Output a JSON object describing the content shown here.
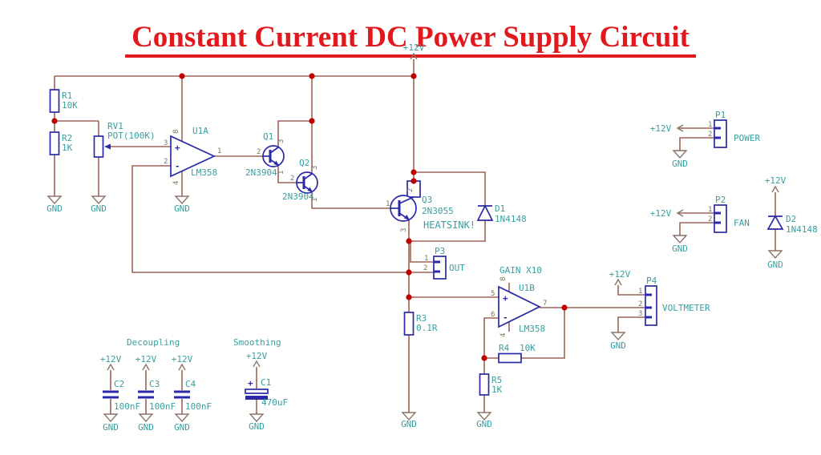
{
  "title": {
    "text": "Constant Current DC Power Supply Circuit"
  },
  "nets": {
    "vcc": "+12V",
    "gnd": "GND"
  },
  "pin_numbers": {
    "n1": "1",
    "n2": "2",
    "n3": "3",
    "n4": "4",
    "n5": "5",
    "n6": "6",
    "n7": "7",
    "n8": "8"
  },
  "opamp_marks": {
    "plus": "+",
    "minus": "-"
  },
  "annotations": {
    "gain": "GAIN X10",
    "decoupling": "Decoupling",
    "smoothing": "Smoothing"
  },
  "components": {
    "r1": {
      "ref": "R1",
      "value": "10K"
    },
    "r2": {
      "ref": "R2",
      "value": "1K"
    },
    "r3": {
      "ref": "R3",
      "value": "0.1R"
    },
    "r4": {
      "ref": "R4",
      "value": "10K"
    },
    "r5": {
      "ref": "R5",
      "value": "1K"
    },
    "rv1": {
      "ref": "RV1",
      "value": "POT(100K)"
    },
    "c1": {
      "ref": "C1",
      "value": "470uF",
      "polarity": "+"
    },
    "c2": {
      "ref": "C2",
      "value": "100nF"
    },
    "c3": {
      "ref": "C3",
      "value": "100nF"
    },
    "c4": {
      "ref": "C4",
      "value": "100nF"
    },
    "d1": {
      "ref": "D1",
      "value": "1N4148"
    },
    "d2": {
      "ref": "D2",
      "value": "1N4148"
    },
    "q1": {
      "ref": "Q1",
      "value": "2N3904"
    },
    "q2": {
      "ref": "Q2",
      "value": "2N3904"
    },
    "q3": {
      "ref": "Q3",
      "value": "2N3055",
      "note": "HEATSINK!"
    },
    "u1a": {
      "ref": "U1A",
      "value": "LM358"
    },
    "u1b": {
      "ref": "U1B",
      "value": "LM358"
    },
    "p1": {
      "ref": "P1",
      "label": "POWER"
    },
    "p2": {
      "ref": "P2",
      "label": "FAN"
    },
    "p3": {
      "ref": "P3",
      "label": "OUT"
    },
    "p4": {
      "ref": "P4",
      "label": "VOLTMETER"
    }
  },
  "colors": {
    "wire": "#9d6358",
    "component": "#2a2aa8",
    "label": "#389f9f",
    "junction": "#c00000",
    "title": "#e2191c",
    "pin_number": "#77775a"
  }
}
